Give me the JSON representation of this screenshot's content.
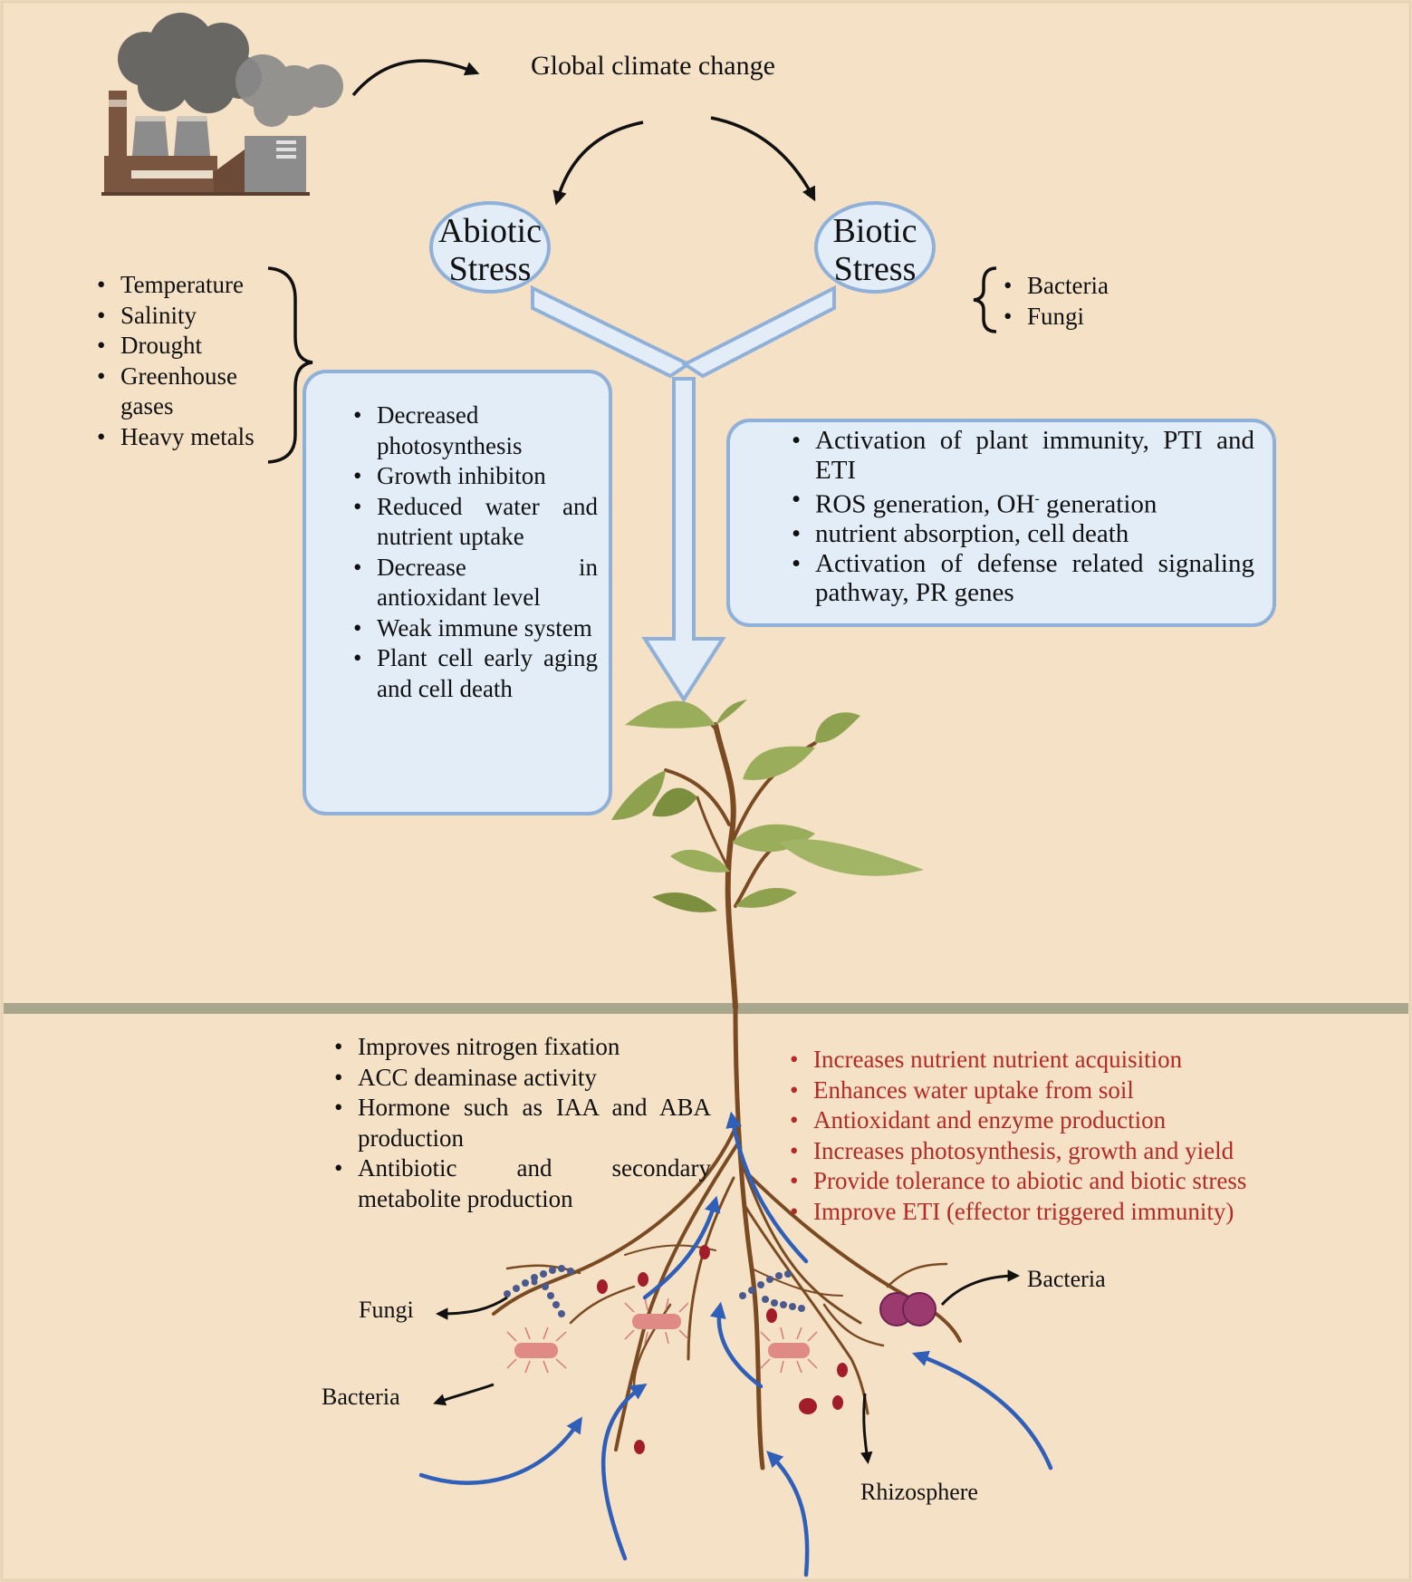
{
  "top_title": "Global climate change",
  "abiotic": {
    "line1": "Abiotic",
    "line2": "Stress"
  },
  "biotic": {
    "line1": "Biotic",
    "line2": "Stress"
  },
  "abiotic_factors": [
    "Temperature",
    "Salinity",
    "Drought",
    "Greenhouse gases",
    "Heavy metals"
  ],
  "biotic_factors": [
    "Bacteria",
    "Fungi"
  ],
  "abiotic_effects": [
    "Decreased photosynthesis",
    "Growth inhibiton",
    "Reduced water and nutrient uptake",
    "Decrease in antioxidant level",
    "Weak immune system",
    "Plant cell early aging and cell death"
  ],
  "biotic_effects": [
    "Activation of plant immunity, PTI and ETI",
    "ROS generation, OH",
    "nutrient absorption, cell death",
    "Activation of defense related signaling pathway, PR genes"
  ],
  "oh_superscript": "-",
  "oh_suffix": " generation",
  "microbe_benefits": [
    "Improves nitrogen fixation",
    "ACC deaminase activity",
    "Hormone such as IAA and ABA production",
    "Antibiotic and secondary metabolite production"
  ],
  "plant_benefits": [
    "Increases nutrient nutrient acquisition",
    "Enhances water uptake from soil",
    "Antioxidant and enzyme production",
    "Increases photosynthesis, growth and yield",
    "Provide tolerance to  abiotic and biotic stress",
    "Improve  ETI (effector triggered immunity)"
  ],
  "labels": {
    "fungi": "Fungi",
    "bacteria_left": "Bacteria",
    "bacteria_right": "Bacteria",
    "rhizosphere": "Rhizosphere"
  },
  "colors": {
    "background": "#f5e1c6",
    "box_fill": "#e3edf8",
    "box_border": "#8fb0d8",
    "soil_line": "#a8a68c",
    "benefit_text": "#b52a24",
    "root_arrow": "#2f5fb8",
    "leaf": "#8ea14e",
    "stem": "#7a4a22"
  }
}
